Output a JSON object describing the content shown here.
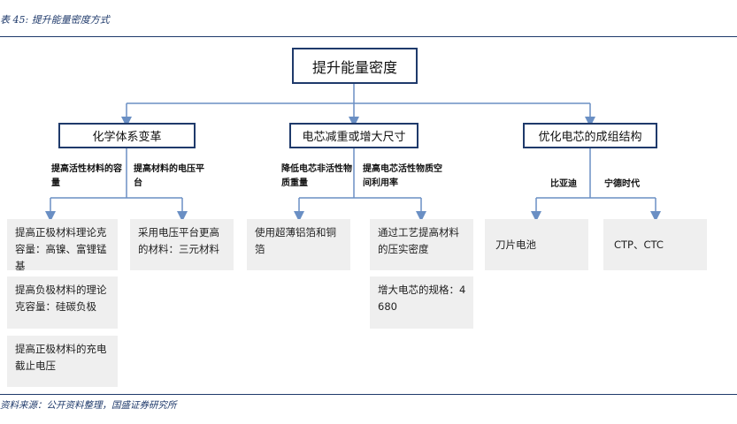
{
  "figure": {
    "title": "表 45:  提升能量密度方式",
    "source": "资料来源：公开资料整理，国盛证券研究所"
  },
  "root": {
    "label": "提升能量密度"
  },
  "branches": [
    {
      "label": "化学体系变革",
      "sub_labels": [
        "提高活性材料的容量",
        "提高材料的电压平台"
      ],
      "items_left": [
        "提高正极材料理论克容量：高镍、富锂锰基",
        "提高负极材料的理论克容量：硅碳负极",
        "提高正极材料的充电截止电压"
      ],
      "items_right": [
        "采用电压平台更高的材料：三元材料"
      ]
    },
    {
      "label": "电芯减重或增大尺寸",
      "sub_labels": [
        "降低电芯非活性物质重量",
        "提高电芯活性物质空间利用率"
      ],
      "items_left": [
        "使用超薄铝箔和铜箔"
      ],
      "items_right": [
        "通过工艺提高材料的压实密度",
        "增大电芯的规格：4680"
      ]
    },
    {
      "label": "优化电芯的成组结构",
      "sub_labels": [
        "比亚迪",
        "宁德时代"
      ],
      "items_left": [
        "刀片电池"
      ],
      "items_right": [
        "CTP、CTC"
      ]
    }
  ],
  "colors": {
    "frame": "#1f3a6b",
    "connector": "#6a8fc4",
    "card": "#efefef"
  }
}
